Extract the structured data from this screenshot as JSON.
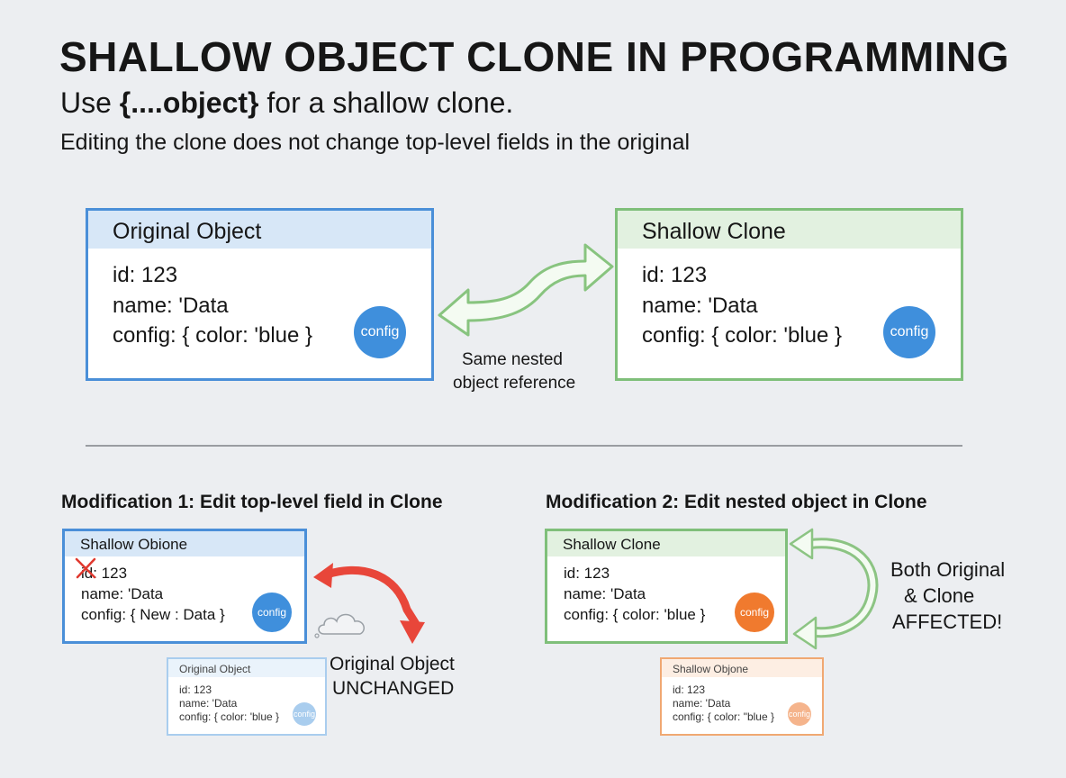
{
  "title": "SHALLOW OBJECT CLONE IN PROGRAMMING",
  "subtitle": {
    "prefix": "Use ",
    "code": "{....object}",
    "suffix": " for a shallow clone."
  },
  "subtitle2": "Editing the clone does not change top-level fields in the original",
  "top": {
    "original": {
      "header": "Original Object",
      "id": "id: 123",
      "name": "name: 'Data",
      "config": "config: { color: 'blue }",
      "circle": "config"
    },
    "clone": {
      "header": "Shallow Clone",
      "id": "id: 123",
      "name": "name: 'Data",
      "config": "config: { color: 'blue }",
      "circle": "config"
    },
    "arrow_label": [
      "Same nested",
      "object reference"
    ]
  },
  "mod1": {
    "heading": "Modification 1: Edit top-level field in Clone",
    "clone": {
      "header": "Shallow Obione",
      "id": "id: 123",
      "name": "name: 'Data",
      "config": "config: { New : Data }",
      "circle": "config"
    },
    "original": {
      "header": "Original Object",
      "id": "id: 123",
      "name": "name: 'Data",
      "config": "config: { color: 'blue }",
      "circle": "config"
    },
    "label": [
      "Original Object",
      "UNCHANGED"
    ]
  },
  "mod2": {
    "heading": "Modification 2: Edit nested object in Clone",
    "clone": {
      "header": "Shallow Clone",
      "id": "id: 123",
      "name": "name: 'Data",
      "config": "config: { color: 'blue }",
      "circle": "config"
    },
    "original": {
      "header": "Shallow Objone",
      "id": "id: 123",
      "name": "name: 'Data",
      "config": "config: { color: \"blue }",
      "circle": "config"
    },
    "label": [
      "Both Original",
      "& Clone",
      "AFFECTED!"
    ]
  },
  "colors": {
    "blue": "#4a8fd8",
    "green": "#7fbf7a",
    "orange": "#f07a2e",
    "red": "#e8463a",
    "light_blue": "#a9cdee",
    "light_orange": "#f5b48c"
  },
  "icons": [
    "swap-arrow-icon",
    "curved-red-arrow-icon",
    "cloud-icon",
    "curved-green-arrow-icon",
    "cross-mark-icon"
  ]
}
